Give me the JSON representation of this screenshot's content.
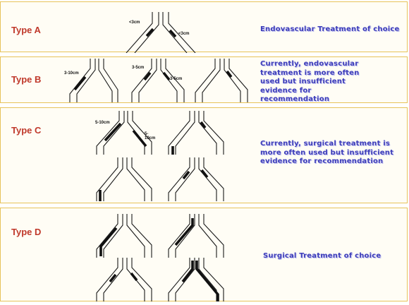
{
  "panels": [
    {
      "type_label": "Type A",
      "recommendation": "Endovascular Treatment of choice",
      "lesion_labels": [
        "<3cm",
        "<3cm"
      ]
    },
    {
      "type_label": "Type B",
      "recommendation": "Currently, endovascular treatment is more often used but insufficient evidence for recommendation",
      "lesion_labels": [
        "3-10cm",
        "3-5cm",
        "3-5cm"
      ]
    },
    {
      "type_label": "Type C",
      "recommendation": "Currently, surgical treatment is more often used but insufficient evidence for recommendation",
      "lesion_labels": [
        "5-10cm",
        "5-10cm"
      ]
    },
    {
      "type_label": "Type D",
      "recommendation": "Surgical Treatment of choice"
    }
  ],
  "colors": {
    "type_label": "#c0392b",
    "recommendation": "#3c3cb8",
    "panel_border": "#e7c35a",
    "artery_line": "#1a1a1a"
  }
}
